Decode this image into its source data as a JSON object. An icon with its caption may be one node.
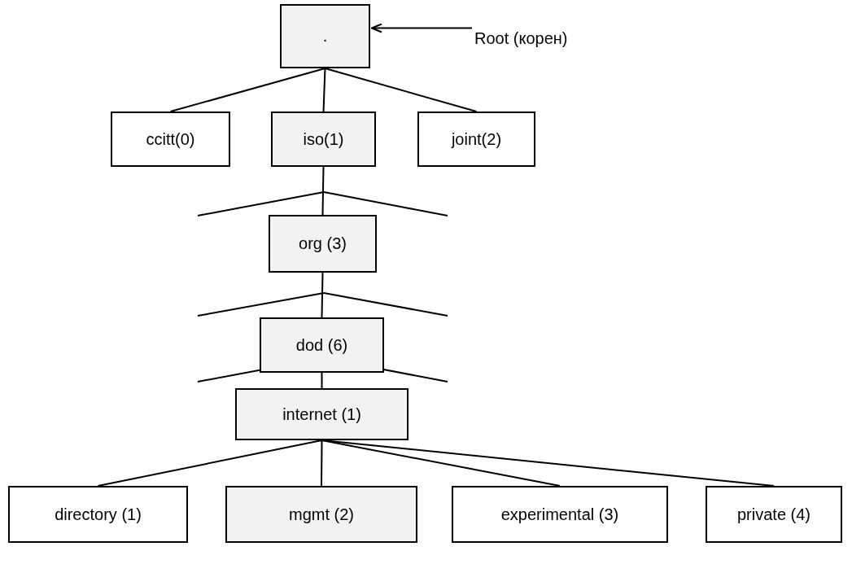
{
  "diagram": {
    "nodes": [
      {
        "text": [
          "."
        ]
      },
      {
        "text": [
          "Root (корен)"
        ]
      },
      {
        "text": [
          "ccitt(0)"
        ]
      },
      {
        "text": [
          "iso(1)"
        ]
      },
      {
        "text": [
          "joint(2)"
        ]
      },
      {
        "text": [
          "org (3)"
        ]
      },
      {
        "text": [
          "dod (6)"
        ]
      },
      {
        "text": [
          "internet (1)"
        ]
      },
      {
        "text": [
          "directory (1)"
        ]
      },
      {
        "text": [
          "mgmt (2)"
        ]
      },
      {
        "text": [
          "experimental (3)"
        ]
      },
      {
        "text": [
          "private (4)"
        ]
      }
    ],
    "edges": [
      {
        "from": 1,
        "to": 0,
        "arrow": "to"
      },
      {
        "from": 0,
        "to": 2,
        "arrow": "none"
      },
      {
        "from": 0,
        "to": 3,
        "arrow": "none"
      },
      {
        "from": 0,
        "to": 4,
        "arrow": "none"
      },
      {
        "from": 3,
        "to": 5,
        "arrow": "none"
      },
      {
        "from": 5,
        "to": 6,
        "arrow": "none"
      },
      {
        "from": 6,
        "to": 7,
        "arrow": "none"
      },
      {
        "from": 7,
        "to": 8,
        "arrow": "none"
      },
      {
        "from": 7,
        "to": 9,
        "arrow": "none"
      },
      {
        "from": 7,
        "to": 10,
        "arrow": "none"
      },
      {
        "from": 7,
        "to": 11,
        "arrow": "none"
      }
    ]
  }
}
